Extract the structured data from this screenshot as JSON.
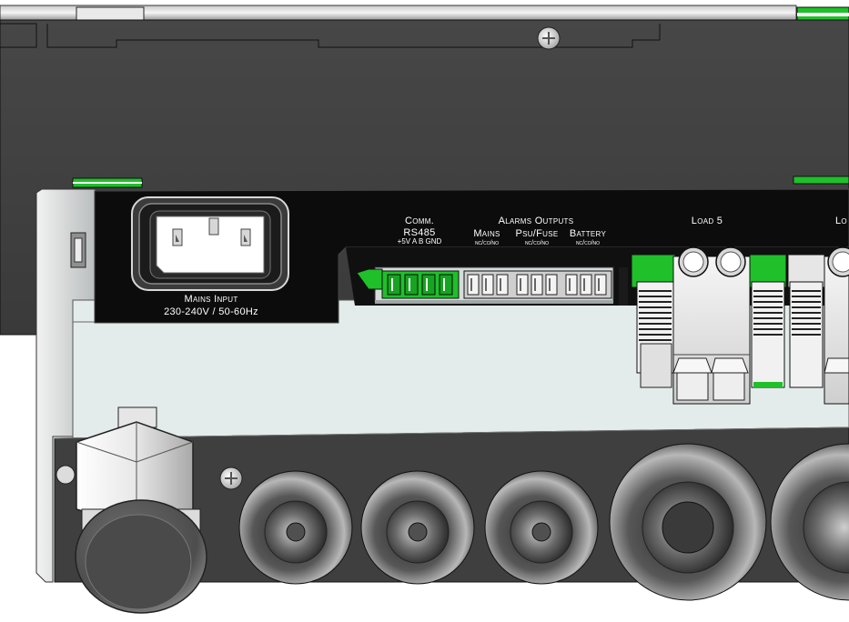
{
  "labels": {
    "comm_line1": "Comm.",
    "comm_line2": "RS485",
    "comm_pins": "+5V A B GND",
    "alarms_title": "Alarms Outputs",
    "alarm_mains": "Mains",
    "alarm_psu_fuse": "Psu/Fuse",
    "alarm_battery": "Battery",
    "alarm_mains_pins": "nc/co/no",
    "alarm_psu_pins": "nc/co/no",
    "alarm_battery_pins": "nc/co/no",
    "load5": "Load 5",
    "load_partial": "Lo",
    "mains_input_title": "Mains Input",
    "mains_input_spec": "230-240V / 50-60Hz"
  },
  "colors": {
    "housing_dark": "#3e3e3e",
    "panel_black": "#0c0c0c",
    "accent_green": "#1fc02a",
    "plate_light": "#e4eceb",
    "label_text": "#ffffff"
  },
  "icons": {
    "iec_inlet": "iec-power-inlet-icon",
    "terminal": "screw-terminal-icon",
    "grommet": "cable-grommet-icon",
    "gland": "cable-gland-icon",
    "screw": "screw-head-icon"
  }
}
